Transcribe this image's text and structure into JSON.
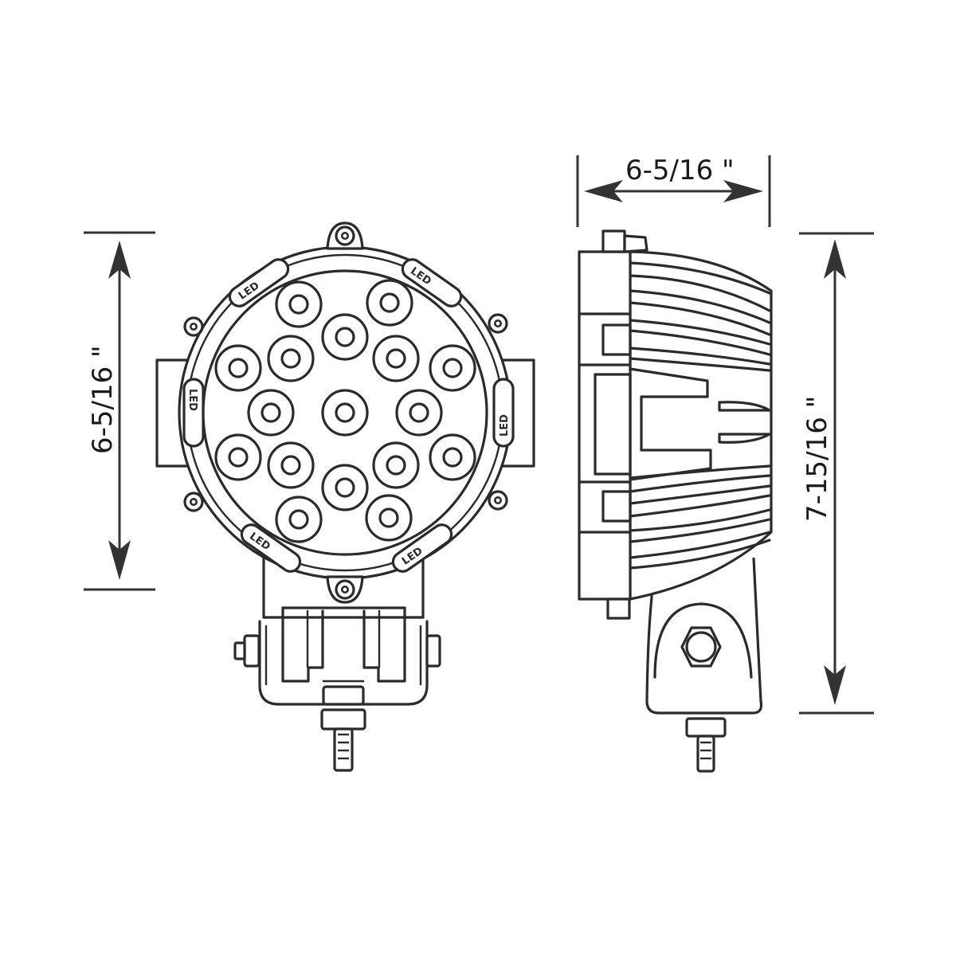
{
  "diagram": {
    "title": "Round LED work light dimension drawing",
    "views": [
      "front-view",
      "side-view"
    ],
    "dimensions": {
      "front_height": {
        "label": "6-5/16 \"",
        "orientation": "vertical"
      },
      "side_depth": {
        "label": "6-5/16 \"",
        "orientation": "horizontal"
      },
      "side_height": {
        "label": "7-15/16 \"",
        "orientation": "vertical"
      }
    },
    "front_view": {
      "led_count": 17,
      "bezel_markings": [
        "LED",
        "LED",
        "LED",
        "LED",
        "LED",
        "LED"
      ],
      "mounting_screws": 7
    },
    "colors": {
      "line": "#2b2b2b",
      "background": "#ffffff"
    }
  }
}
